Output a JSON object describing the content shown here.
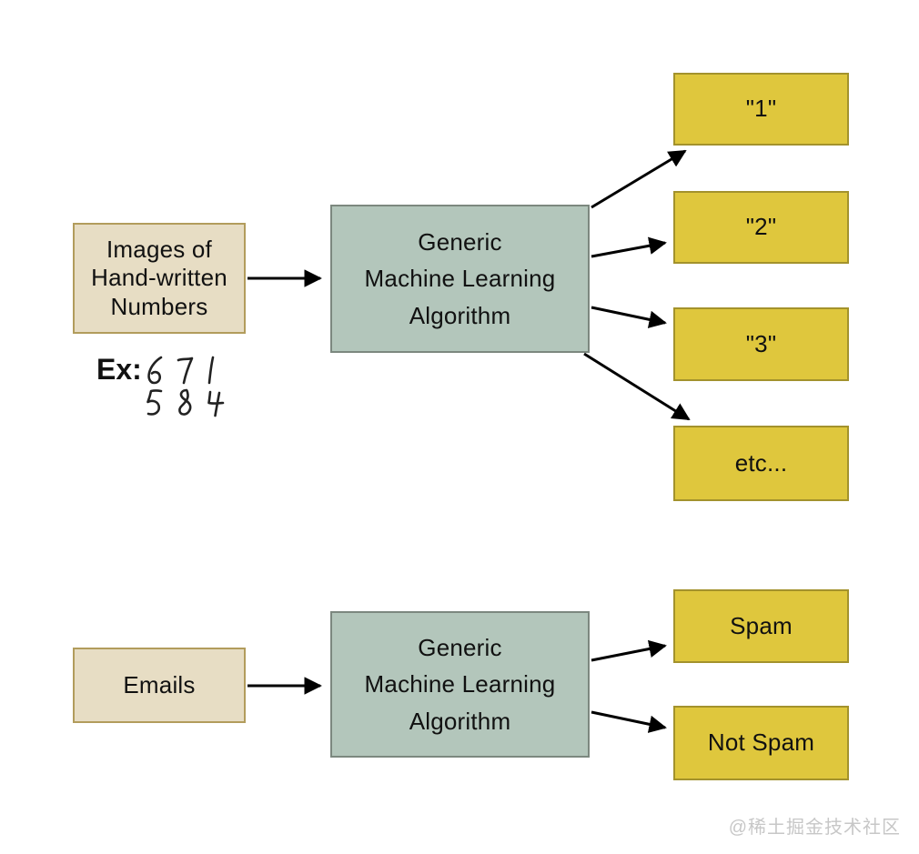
{
  "palette": {
    "input_fill": "#e7ddc4",
    "input_border": "#b29c5c",
    "algorithm_fill": "#b3c6bb",
    "algorithm_border": "#7c887f",
    "output_fill": "#dfc73d",
    "output_border": "#a3922c",
    "arrow": "#000000",
    "text": "#111111",
    "watermark": "#c7c7c7"
  },
  "flow1": {
    "input_label": "Images of\nHand-written\nNumbers",
    "algorithm_label": "Generic\nMachine Learning\nAlgorithm",
    "outputs": [
      "\"1\"",
      "\"2\"",
      "\"3\"",
      "etc..."
    ]
  },
  "example": {
    "label": "Ex:",
    "rows": [
      [
        "6",
        "7",
        "1"
      ],
      [
        "5",
        "8",
        "4"
      ]
    ]
  },
  "flow2": {
    "input_label": "Emails",
    "algorithm_label": "Generic\nMachine Learning\nAlgorithm",
    "outputs": [
      "Spam",
      "Not Spam"
    ]
  },
  "watermark": "@稀土掘金技术社区"
}
